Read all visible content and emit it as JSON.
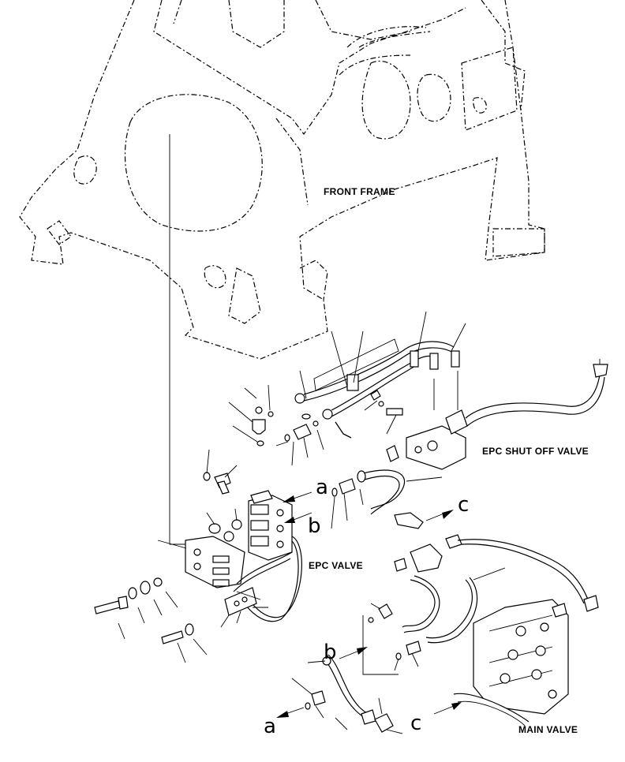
{
  "labels": {
    "front_frame": "FRONT FRAME",
    "epc_shut_off_valve": "EPC SHUT OFF VALVE",
    "epc_valve": "EPC VALVE",
    "main_valve": "MAIN VALVE"
  },
  "connectors": {
    "a_upper": "a",
    "b_upper": "b",
    "c_upper": "c",
    "b_lower": "b",
    "a_lower": "a",
    "c_lower": "c"
  }
}
